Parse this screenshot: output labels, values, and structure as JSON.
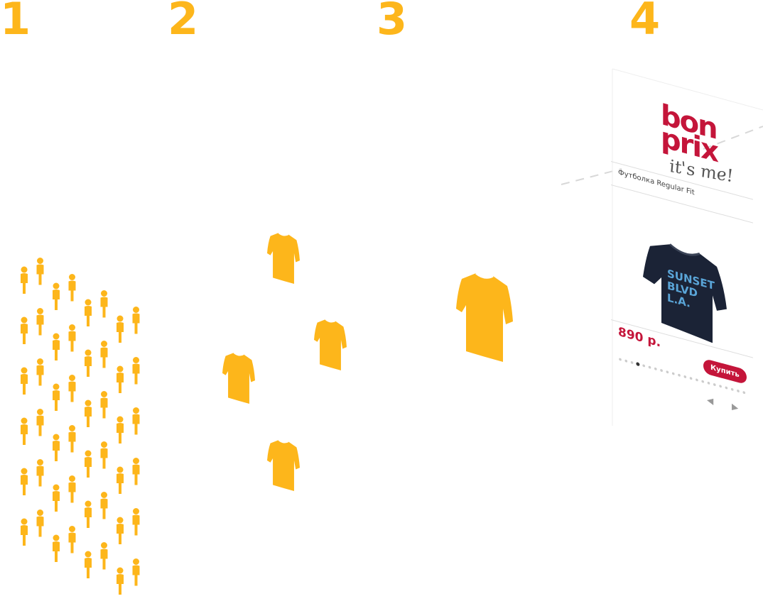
{
  "steps": [
    "1",
    "2",
    "3",
    "4"
  ],
  "colors": {
    "accent": "#FDB61B",
    "brand": "#C4153A",
    "dark_shirt": "#1B2336",
    "shirt_print": "#5AA5D8"
  },
  "icons": [
    "person-icon",
    "tshirt-icon"
  ],
  "ad": {
    "logo_line1": "bon",
    "logo_line2": "prix",
    "logo_tagline": "it's me!",
    "product_title": "Футболка Regular Fit",
    "shirt_print": "SUNSET BLVD L.A.",
    "price": "890 р.",
    "buy_label": "Купить"
  }
}
